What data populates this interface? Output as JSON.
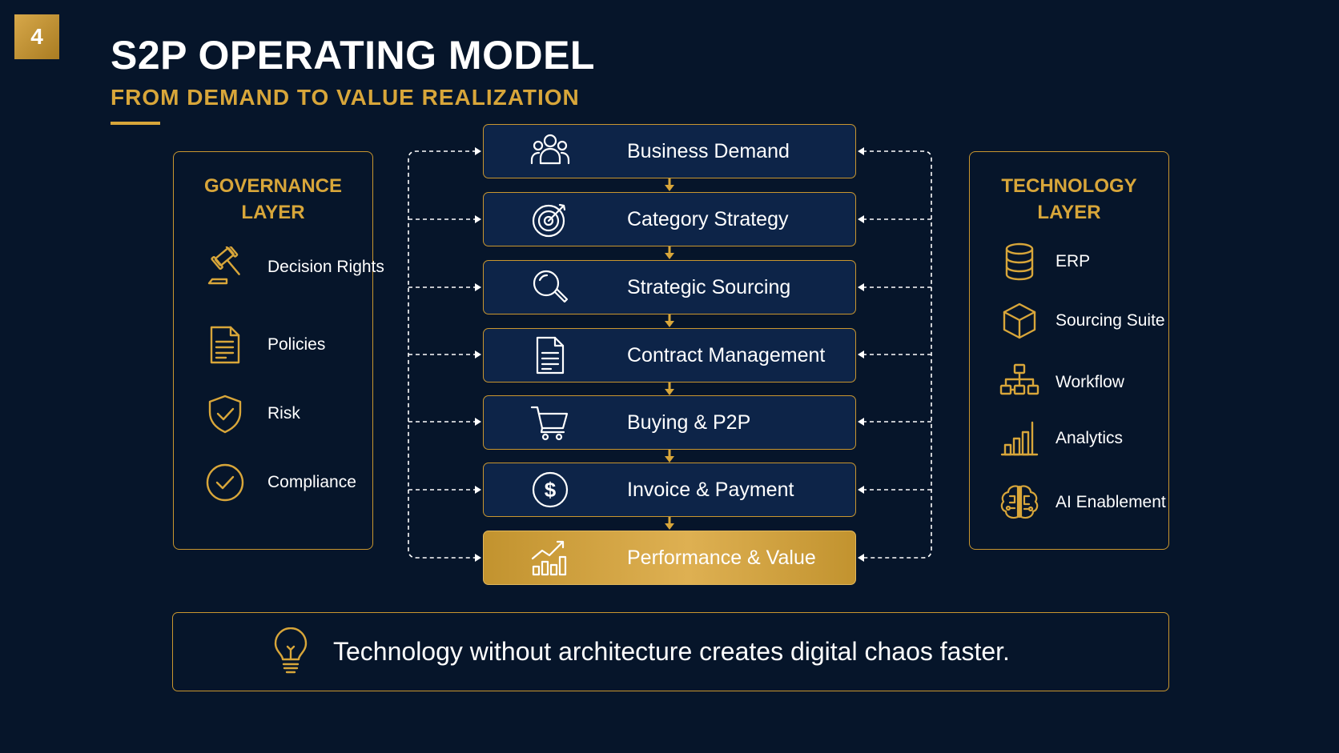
{
  "slide_number": "4",
  "title": "S2P OPERATING MODEL",
  "subtitle": "FROM DEMAND TO VALUE REALIZATION",
  "colors": {
    "background": "#06152a",
    "accent": "#d8a63a",
    "box": "#0d2448"
  },
  "governance": {
    "title": "GOVERNANCE LAYER",
    "items": [
      {
        "label": "Decision Rights",
        "icon": "gavel-icon"
      },
      {
        "label": "Policies",
        "icon": "document-icon"
      },
      {
        "label": "Risk",
        "icon": "shield-check-icon"
      },
      {
        "label": "Compliance",
        "icon": "check-circle-icon"
      }
    ]
  },
  "technology": {
    "title": "TECHNOLOGY LAYER",
    "items": [
      {
        "label": "ERP",
        "icon": "database-icon"
      },
      {
        "label": "Sourcing Suite",
        "icon": "cube-icon"
      },
      {
        "label": "Workflow",
        "icon": "org-chart-icon"
      },
      {
        "label": "Analytics",
        "icon": "bar-chart-icon"
      },
      {
        "label": "AI Enablement",
        "icon": "brain-circuit-icon"
      }
    ]
  },
  "flow": [
    {
      "label": "Business Demand",
      "icon": "users-icon"
    },
    {
      "label": "Category Strategy",
      "icon": "target-icon"
    },
    {
      "label": "Strategic Sourcing",
      "icon": "magnifier-icon"
    },
    {
      "label": "Contract Management",
      "icon": "contract-icon"
    },
    {
      "label": "Buying & P2P",
      "icon": "cart-icon"
    },
    {
      "label": "Invoice & Payment",
      "icon": "dollar-icon"
    },
    {
      "label": "Performance & Value",
      "icon": "growth-chart-icon",
      "highlight": true
    }
  ],
  "callout": {
    "text": "Technology without architecture creates digital chaos faster.",
    "icon": "lightbulb-icon"
  }
}
